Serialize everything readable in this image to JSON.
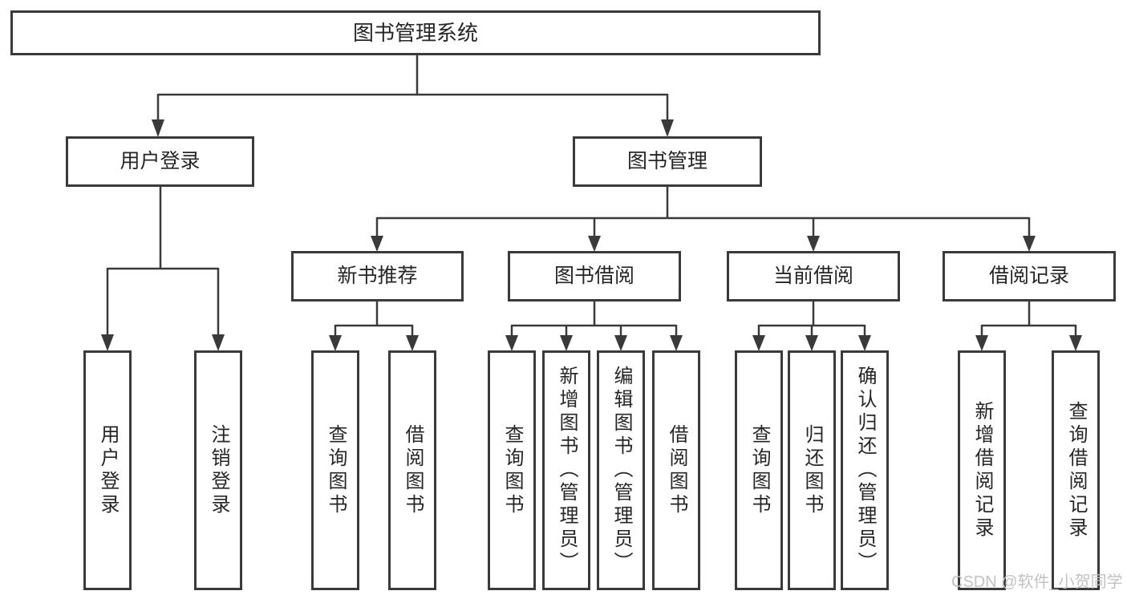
{
  "diagram_title": "图书管理系统",
  "tree": {
    "label": "图书管理系统",
    "children": [
      {
        "label": "用户登录",
        "children": [
          {
            "label": "用户登录"
          },
          {
            "label": "注销登录"
          }
        ]
      },
      {
        "label": "图书管理",
        "children": [
          {
            "label": "新书推荐",
            "children": [
              {
                "label": "查询图书"
              },
              {
                "label": "借阅图书"
              }
            ]
          },
          {
            "label": "图书借阅",
            "children": [
              {
                "label": "查询图书"
              },
              {
                "label": "新增图书（管理员）"
              },
              {
                "label": "编辑图书（管理员）"
              },
              {
                "label": "借阅图书"
              }
            ]
          },
          {
            "label": "当前借阅",
            "children": [
              {
                "label": "查询图书"
              },
              {
                "label": "归还图书"
              },
              {
                "label": "确认归还（管理员）"
              }
            ]
          },
          {
            "label": "借阅记录",
            "children": [
              {
                "label": "新增借阅记录"
              },
              {
                "label": "查询借阅记录"
              }
            ]
          }
        ]
      }
    ]
  },
  "watermark": {
    "text": "CSDN @软件_小贺同学"
  },
  "colors": {
    "line": "#3a3a3a",
    "text": "#262626",
    "box_background": "#ffffff",
    "page_background": "#ffffff",
    "watermark": "#c2c2c2"
  }
}
